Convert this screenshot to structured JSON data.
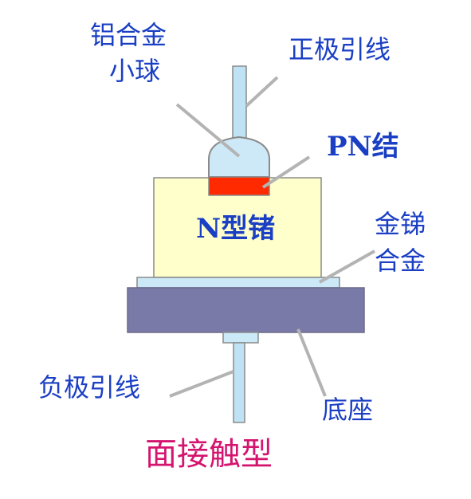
{
  "labels": {
    "al_ball_line1": "铝合金",
    "al_ball_line2": "小球",
    "positive_lead": "正极引线",
    "pn_junction": "PN结",
    "n_germanium": "N型锗",
    "ausb_line1": "金锑",
    "ausb_line2": "合金",
    "negative_lead": "负极引线",
    "base": "底座",
    "title": "面接触型"
  },
  "colors": {
    "label_text": "#1a3fc4",
    "title_text": "#d4146e",
    "germanium_block": "#ffffcc",
    "pn_layer": "#ff2a00",
    "lead_wire": "#bfe3f5",
    "alloy_ball": "#cde8f7",
    "ausb_plate": "#cce9f8",
    "base_block": "#7a7aa8",
    "outline": "#8a8a8a",
    "leader_line": "#b3b3b3"
  }
}
